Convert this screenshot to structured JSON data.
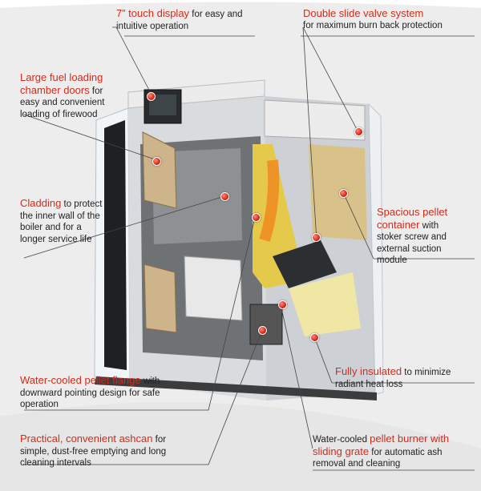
{
  "annotations": {
    "touch_display": {
      "highlight": "7” touch display",
      "rest": " for easy and intuitive operation"
    },
    "slide_valve": {
      "highlight": "Double slide valve system",
      "rest": "for maximum burn back protection"
    },
    "fuel_doors": {
      "highlight": "Large fuel loading chamber doors",
      "rest": " for easy and convenient loading of firewood"
    },
    "cladding": {
      "highlight": "Cladding",
      "rest": " to protect the inner wall of the boiler and for a longer service life"
    },
    "pellet_container": {
      "highlight": "Spacious pellet container",
      "rest": " with stoker screw and external suction module"
    },
    "insulated": {
      "highlight": "Fully insulated",
      "rest": " to minimize radiant heat loss"
    },
    "pellet_flange": {
      "highlight": "Water-cooled pellet flange",
      "rest": " with downward pointing design for safe operation"
    },
    "ashcan": {
      "highlight": "Practical, convenient ashcan",
      "rest": " for simple, dust-free emptying and long cleaning intervals"
    },
    "burner_prefix": "Water-cooled ",
    "burner": {
      "highlight": "pellet burner with sliding grate",
      "rest": " for automatic ash removal and cleaning"
    }
  }
}
